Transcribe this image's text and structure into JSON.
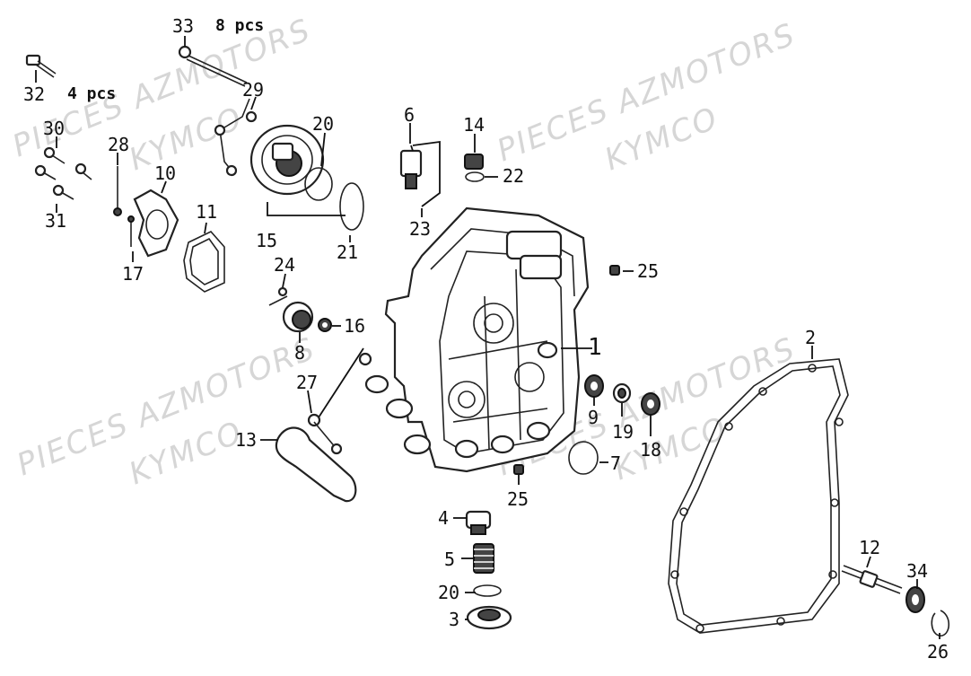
{
  "watermarks": [
    {
      "text": "PIECES AZMOTORS"
    },
    {
      "text": "KYMCO"
    },
    {
      "text": "PIECES AZMOTORS"
    },
    {
      "text": "KYMCO"
    },
    {
      "text": "PIECES AZMOTORS"
    },
    {
      "text": "KYMCO"
    },
    {
      "text": "PIECES AZMOTORS"
    },
    {
      "text": "KYMCO"
    }
  ],
  "quantities": {
    "q33": "8 pcs",
    "q32": "4 pcs"
  },
  "callouts": {
    "c1": "1",
    "c2": "2",
    "c3": "3",
    "c4": "4",
    "c5": "5",
    "c6": "6",
    "c7": "7",
    "c8": "8",
    "c9": "9",
    "c10": "10",
    "c11": "11",
    "c12": "12",
    "c13": "13",
    "c14": "14",
    "c15": "15",
    "c16": "16",
    "c17": "17",
    "c18": "18",
    "c19": "19",
    "c20a": "20",
    "c20b": "20",
    "c21": "21",
    "c22": "22",
    "c23": "23",
    "c24": "24",
    "c25a": "25",
    "c25b": "25",
    "c26": "26",
    "c27": "27",
    "c28": "28",
    "c29": "29",
    "c30": "30",
    "c31": "31",
    "c32": "32",
    "c33": "33",
    "c34": "34"
  }
}
